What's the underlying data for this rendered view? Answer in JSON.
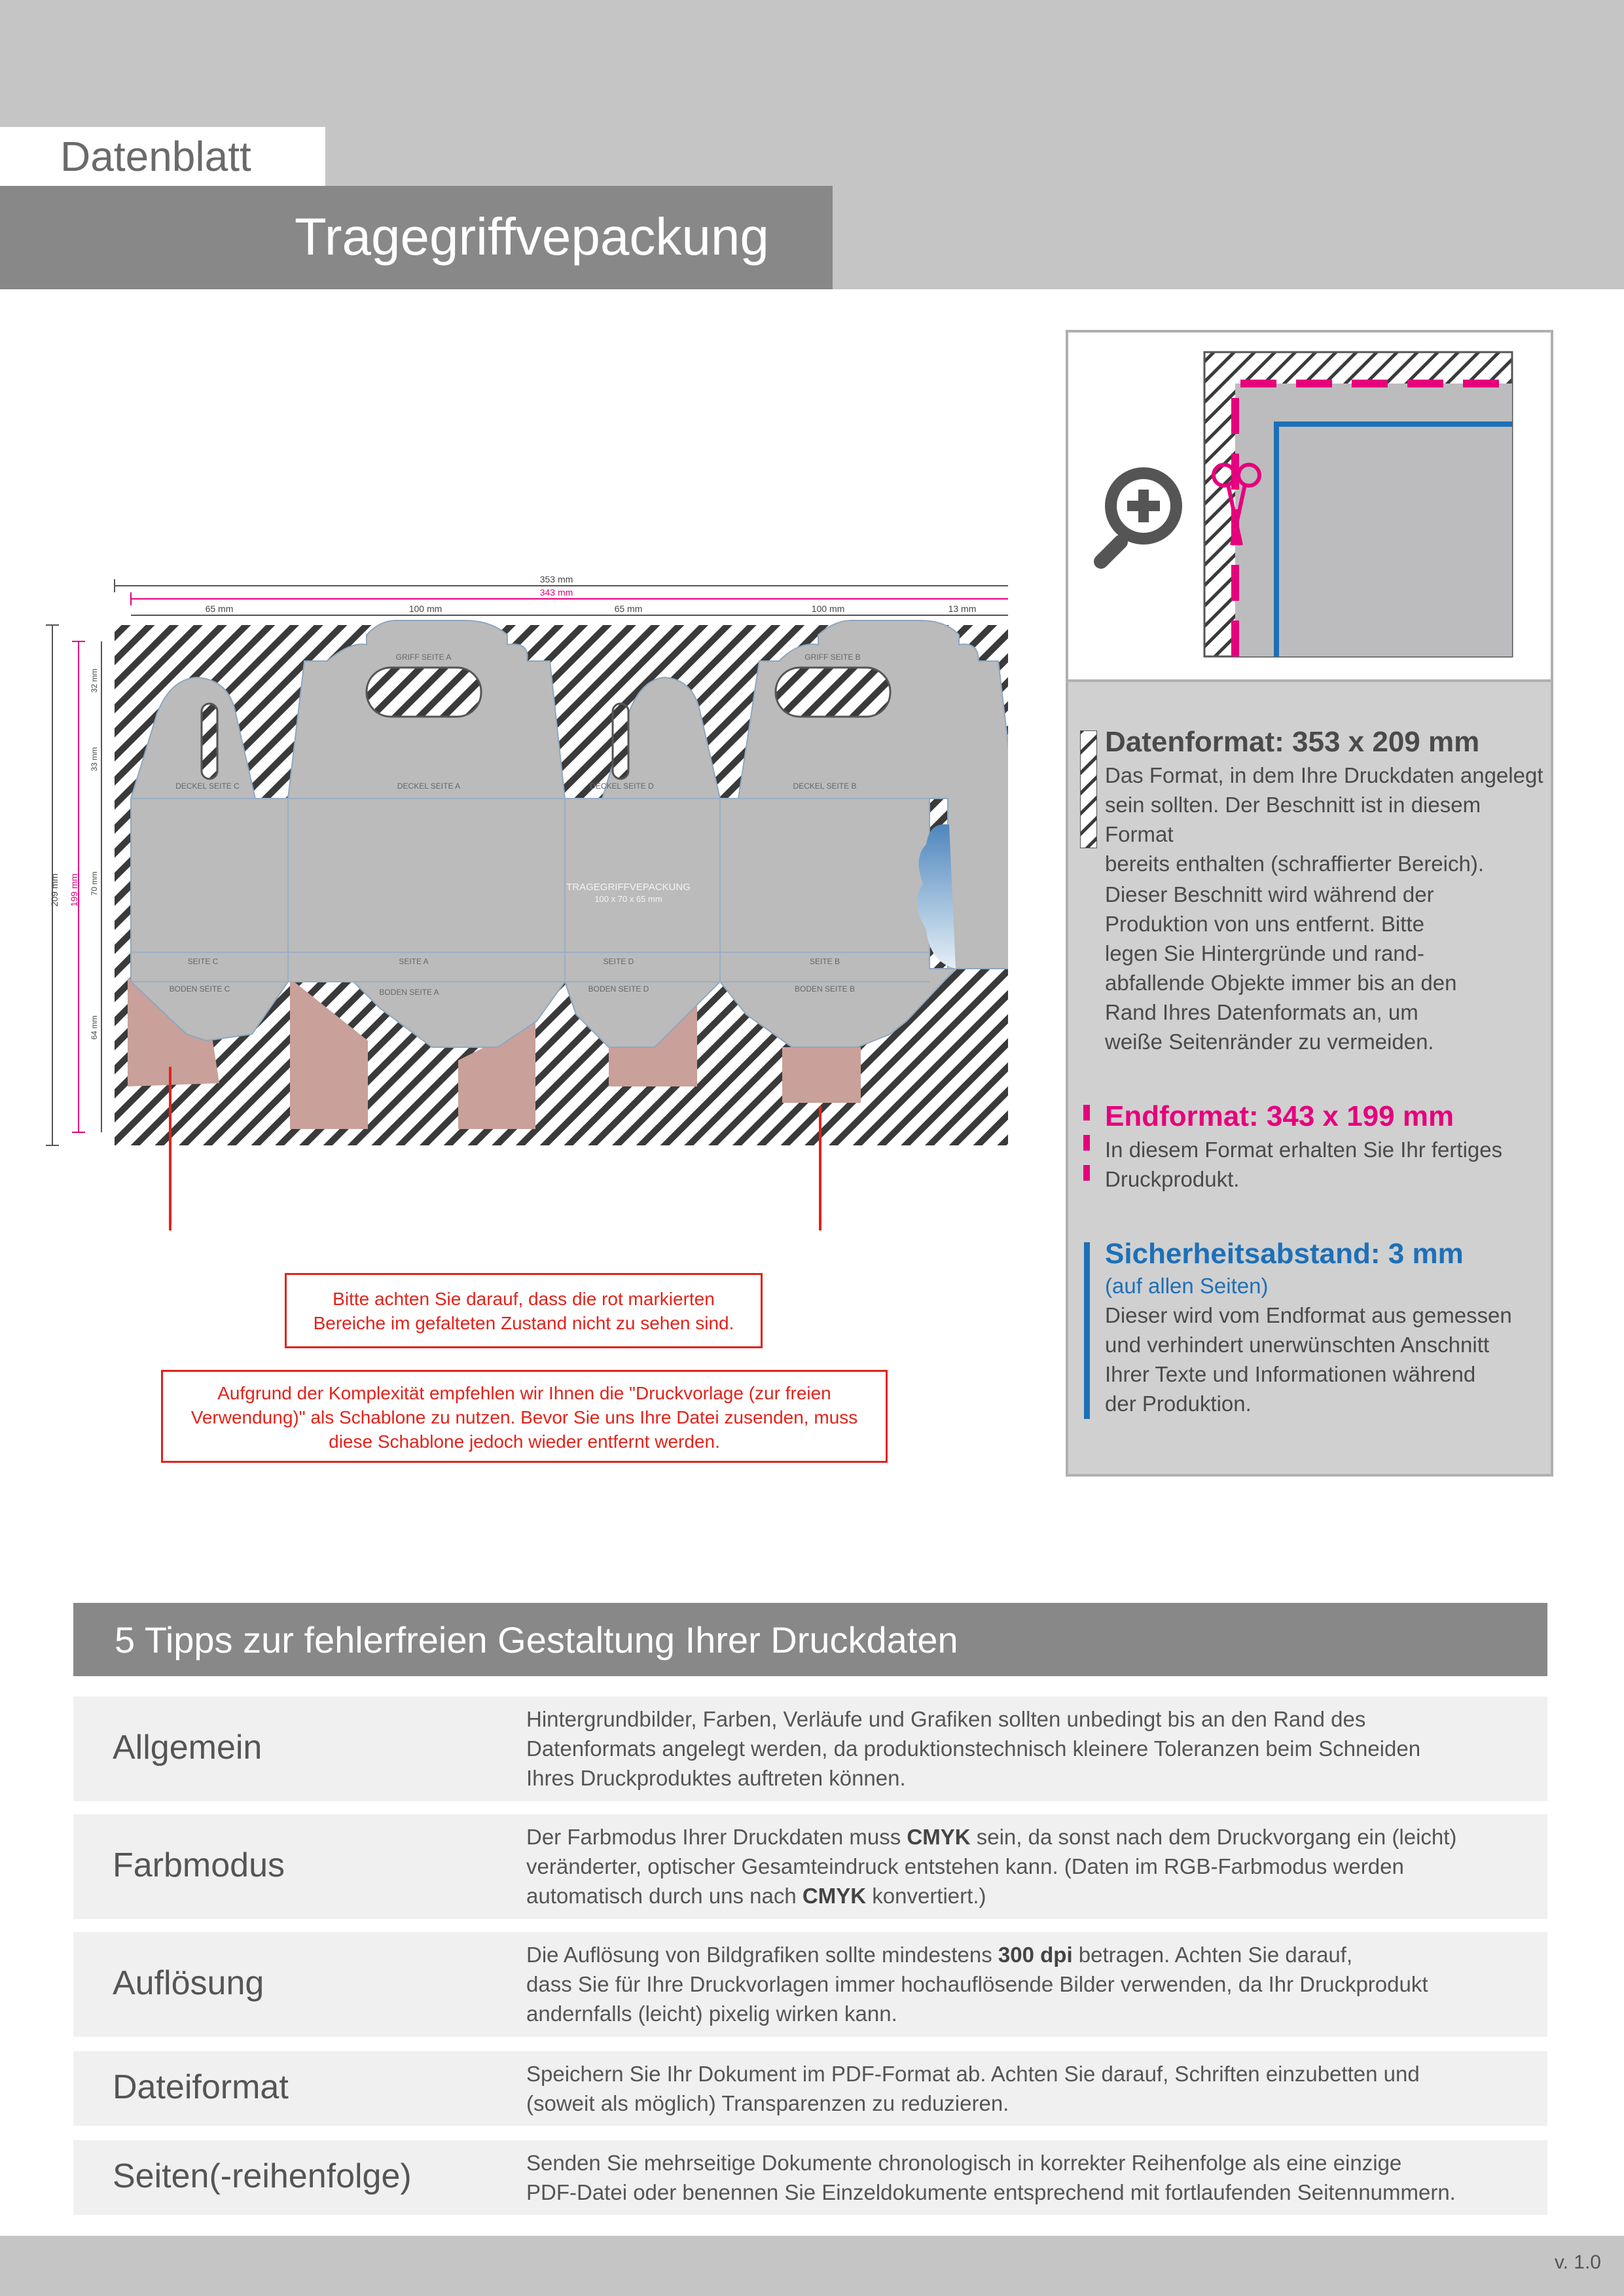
{
  "header": {
    "label": "Datenblatt",
    "title": "Tragegriffvepackung"
  },
  "diagram": {
    "dim_total_width": "353 mm",
    "dim_final_width": "343 mm",
    "dims_top": [
      "65 mm",
      "100 mm",
      "65 mm",
      "100 mm",
      "13 mm"
    ],
    "dim_total_height": "209 mm",
    "dim_final_height": "199 mm",
    "dims_left": [
      "32 mm",
      "33 mm",
      "70 mm",
      "64 mm"
    ],
    "panel_labels": {
      "griff_a": "GRIFF SEITE A",
      "griff_b": "GRIFF SEITE B",
      "deckel_c": "DECKEL SEITE C",
      "deckel_a": "DECKEL SEITE A",
      "deckel_d": "DECKEL SEITE D",
      "deckel_b": "DECKEL SEITE B",
      "seite_c": "SEITE C",
      "seite_a": "SEITE A",
      "seite_d": "SEITE D",
      "seite_b": "SEITE B",
      "boden_c": "BODEN SEITE C",
      "boden_a": "BODEN SEITE A",
      "boden_d": "BODEN SEITE D",
      "boden_b": "BODEN SEITE B",
      "center_title": "TRAGEGRIFFVEPACKUNG",
      "center_size": "100 x 70 x 65 mm"
    }
  },
  "notes": {
    "red_areas_line1": "Bitte achten Sie darauf, dass die rot markierten",
    "red_areas_line2": "Bereiche im gefalteten Zustand nicht zu sehen sind.",
    "template_line1": "Aufgrund der Komplexität empfehlen wir Ihnen die \"Druckvorlage (zur freien",
    "template_line2": "Verwendung)\" als Schablone zu nutzen. Bevor Sie uns Ihre Datei zusenden, muss",
    "template_line3": "diese Schablone jedoch wieder entfernt werden."
  },
  "info": {
    "datenformat": {
      "title": "Datenformat: 353 x 209 mm",
      "lines": [
        "Das Format, in dem Ihre Druckdaten angelegt",
        "sein sollten. Der Beschnitt ist in diesem Format",
        "bereits enthalten (schraffierter Bereich)."
      ],
      "extra": [
        "Dieser Beschnitt wird während der",
        "Produktion von uns entfernt. Bitte",
        "legen Sie Hintergründe und rand-",
        "abfallende Objekte immer bis an den",
        "Rand Ihres Datenformats an, um",
        "weiße Seitenränder zu vermeiden."
      ]
    },
    "endformat": {
      "title": "Endformat: 343 x 199 mm",
      "lines": [
        "In diesem Format erhalten Sie Ihr fertiges",
        "Druckprodukt."
      ]
    },
    "sicherheit": {
      "title": "Sicherheitsabstand: 3 mm",
      "subtitle": "(auf allen Seiten)",
      "lines": [
        "Dieser wird vom Endformat aus gemessen",
        "und verhindert unerwünschten Anschnitt",
        "Ihrer Texte und Informationen während",
        "der Produktion."
      ]
    },
    "colors": {
      "magenta": "#e5007d",
      "blue": "#1d70b7"
    }
  },
  "tips": {
    "header": "5 Tipps zur fehlerfreien Gestaltung Ihrer Druckdaten",
    "allgemein": {
      "label": "Allgemein",
      "l1": "Hintergrundbilder, Farben, Verläufe und Grafiken sollten unbedingt bis an den Rand des",
      "l2": "Datenformats angelegt werden, da produktionstechnisch kleinere Toleranzen beim Schneiden",
      "l3": "Ihres Druckproduktes auftreten können."
    },
    "farbmodus": {
      "label": "Farbmodus",
      "l1a": "Der Farbmodus Ihrer Druckdaten muss ",
      "l1b": "CMYK",
      "l1c": " sein, da sonst nach dem Druckvorgang ein (leicht)",
      "l2": "veränderter, optischer Gesamteindruck entstehen kann. (Daten im RGB-Farbmodus werden",
      "l3a": "automatisch durch uns nach ",
      "l3b": "CMYK",
      "l3c": " konvertiert.)"
    },
    "aufloesung": {
      "label": "Auflösung",
      "l1a": "Die Auflösung von Bildgrafiken sollte mindestens ",
      "l1b": "300 dpi",
      "l1c": " betragen. Achten Sie darauf,",
      "l2": "dass Sie für Ihre Druckvorlagen immer hochauflösende Bilder verwenden, da Ihr Druckprodukt",
      "l3": "andernfalls (leicht) pixelig wirken kann."
    },
    "dateiformat": {
      "label": "Dateiformat",
      "l1": "Speichern Sie Ihr Dokument im PDF-Format ab. Achten Sie darauf, Schriften einzubetten und",
      "l2": "(soweit als möglich) Transparenzen zu reduzieren."
    },
    "seiten": {
      "label": "Seiten(-reihenfolge)",
      "l1": "Senden Sie mehrseitige Dokumente chronologisch in korrekter Reihenfolge als eine einzige",
      "l2": "PDF-Datei oder benennen Sie Einzeldokumente entsprechend mit fortlaufenden Seitennummern."
    }
  },
  "footer": {
    "version": "v. 1.0"
  }
}
